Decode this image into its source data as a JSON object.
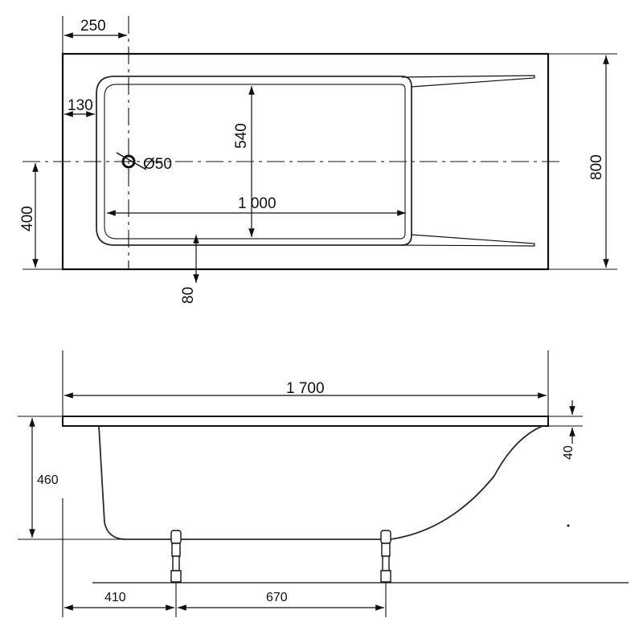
{
  "colors": {
    "line": "#111111",
    "outline": "#2a2a2a",
    "background": "#ffffff"
  },
  "top_view": {
    "width_250": "250",
    "border_130": "130",
    "inner_width_540": "540",
    "drain_50": "Ø50",
    "inner_length_1000": "1 000",
    "drain_offset_400": "400",
    "offset_80": "80",
    "total_width_800": "800"
  },
  "side_view": {
    "total_length_1700": "1 700",
    "rim_40": "40",
    "height_460": "460",
    "leg_offset_410": "410",
    "leg_spacing_670": "670"
  }
}
